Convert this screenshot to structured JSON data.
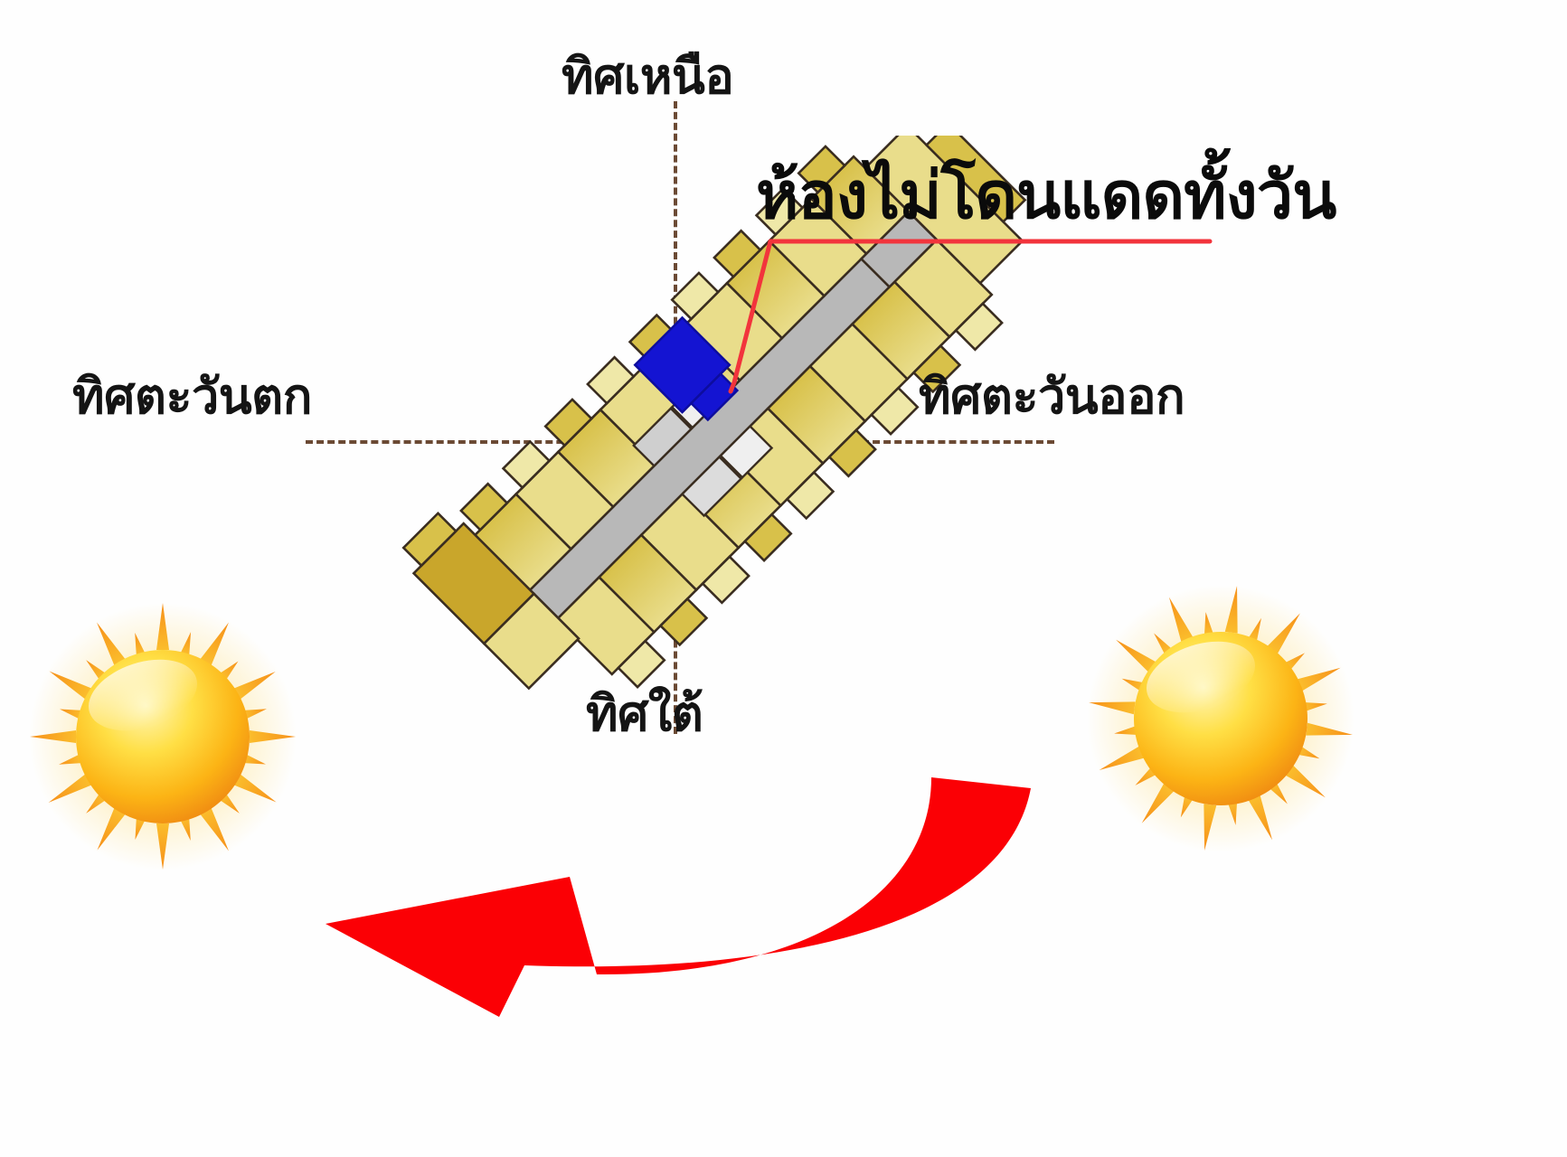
{
  "diagram": {
    "title_callout": "ห้องไม่โดนแดดทั้งวัน",
    "compass": {
      "north": "ทิศเหนือ",
      "south": "ทิศใต้",
      "east": "ทิศตะวันออก",
      "west": "ทิศตะวันตก"
    },
    "icons": {
      "sun_left": "sun-icon",
      "sun_right": "sun-icon",
      "arrow": "curved-arrow-left-icon",
      "leader": "callout-leader-line"
    },
    "colors": {
      "callout_text": "#0b0b0b",
      "compass_text": "#141414",
      "leader_line": "#f2343c",
      "arrow_red": "#fb0005",
      "highlight_room_blue": "#1414d2",
      "plan_yellow": "#e6d86a",
      "plan_yellow_dark": "#c9a62b",
      "plan_cream": "#efe8a8",
      "plan_gray": "#b5b5b5",
      "plan_outline": "#3a2d20",
      "axis_dash": "#6b4a34",
      "sun_core": "#ffe24a",
      "sun_mid": "#f9a21b",
      "sun_ray": "#f0821e",
      "background": "#ffffff"
    },
    "floorplan": {
      "description": "rotated L-shaped condominium floor plan",
      "highlight_label": "ห้องไม่โดนแดดทั้งวัน",
      "rotation_deg": -45
    }
  }
}
